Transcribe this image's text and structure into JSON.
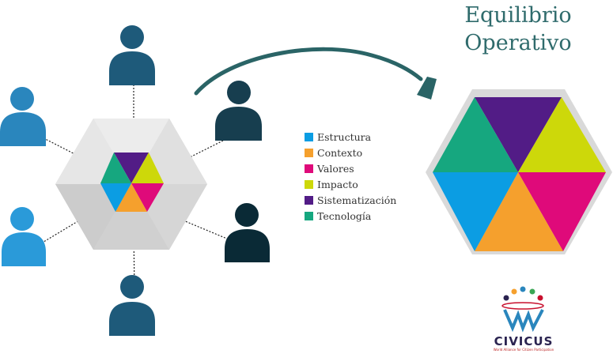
{
  "title": {
    "line1": "Equilibrio",
    "line2": "Operativo"
  },
  "legend": [
    {
      "label": "Estructura",
      "color": "#0b9de3"
    },
    {
      "label": "Contexto",
      "color": "#f5a02d"
    },
    {
      "label": "Valores",
      "color": "#df0a7a"
    },
    {
      "label": "Impacto",
      "color": "#cdd80a"
    },
    {
      "label": "Sistematización",
      "color": "#521c86"
    },
    {
      "label": "Tecnología",
      "color": "#16a77f"
    }
  ],
  "logo": {
    "name": "CIVICUS",
    "tagline": "World Alliance for Citizen Participation"
  },
  "people_colors": [
    "#1e5a7a",
    "#2a86bd",
    "#173e4f",
    "#2a9ad9",
    "#0a2a36",
    "#1e5a7a"
  ],
  "arrow_color": "#2a6466"
}
